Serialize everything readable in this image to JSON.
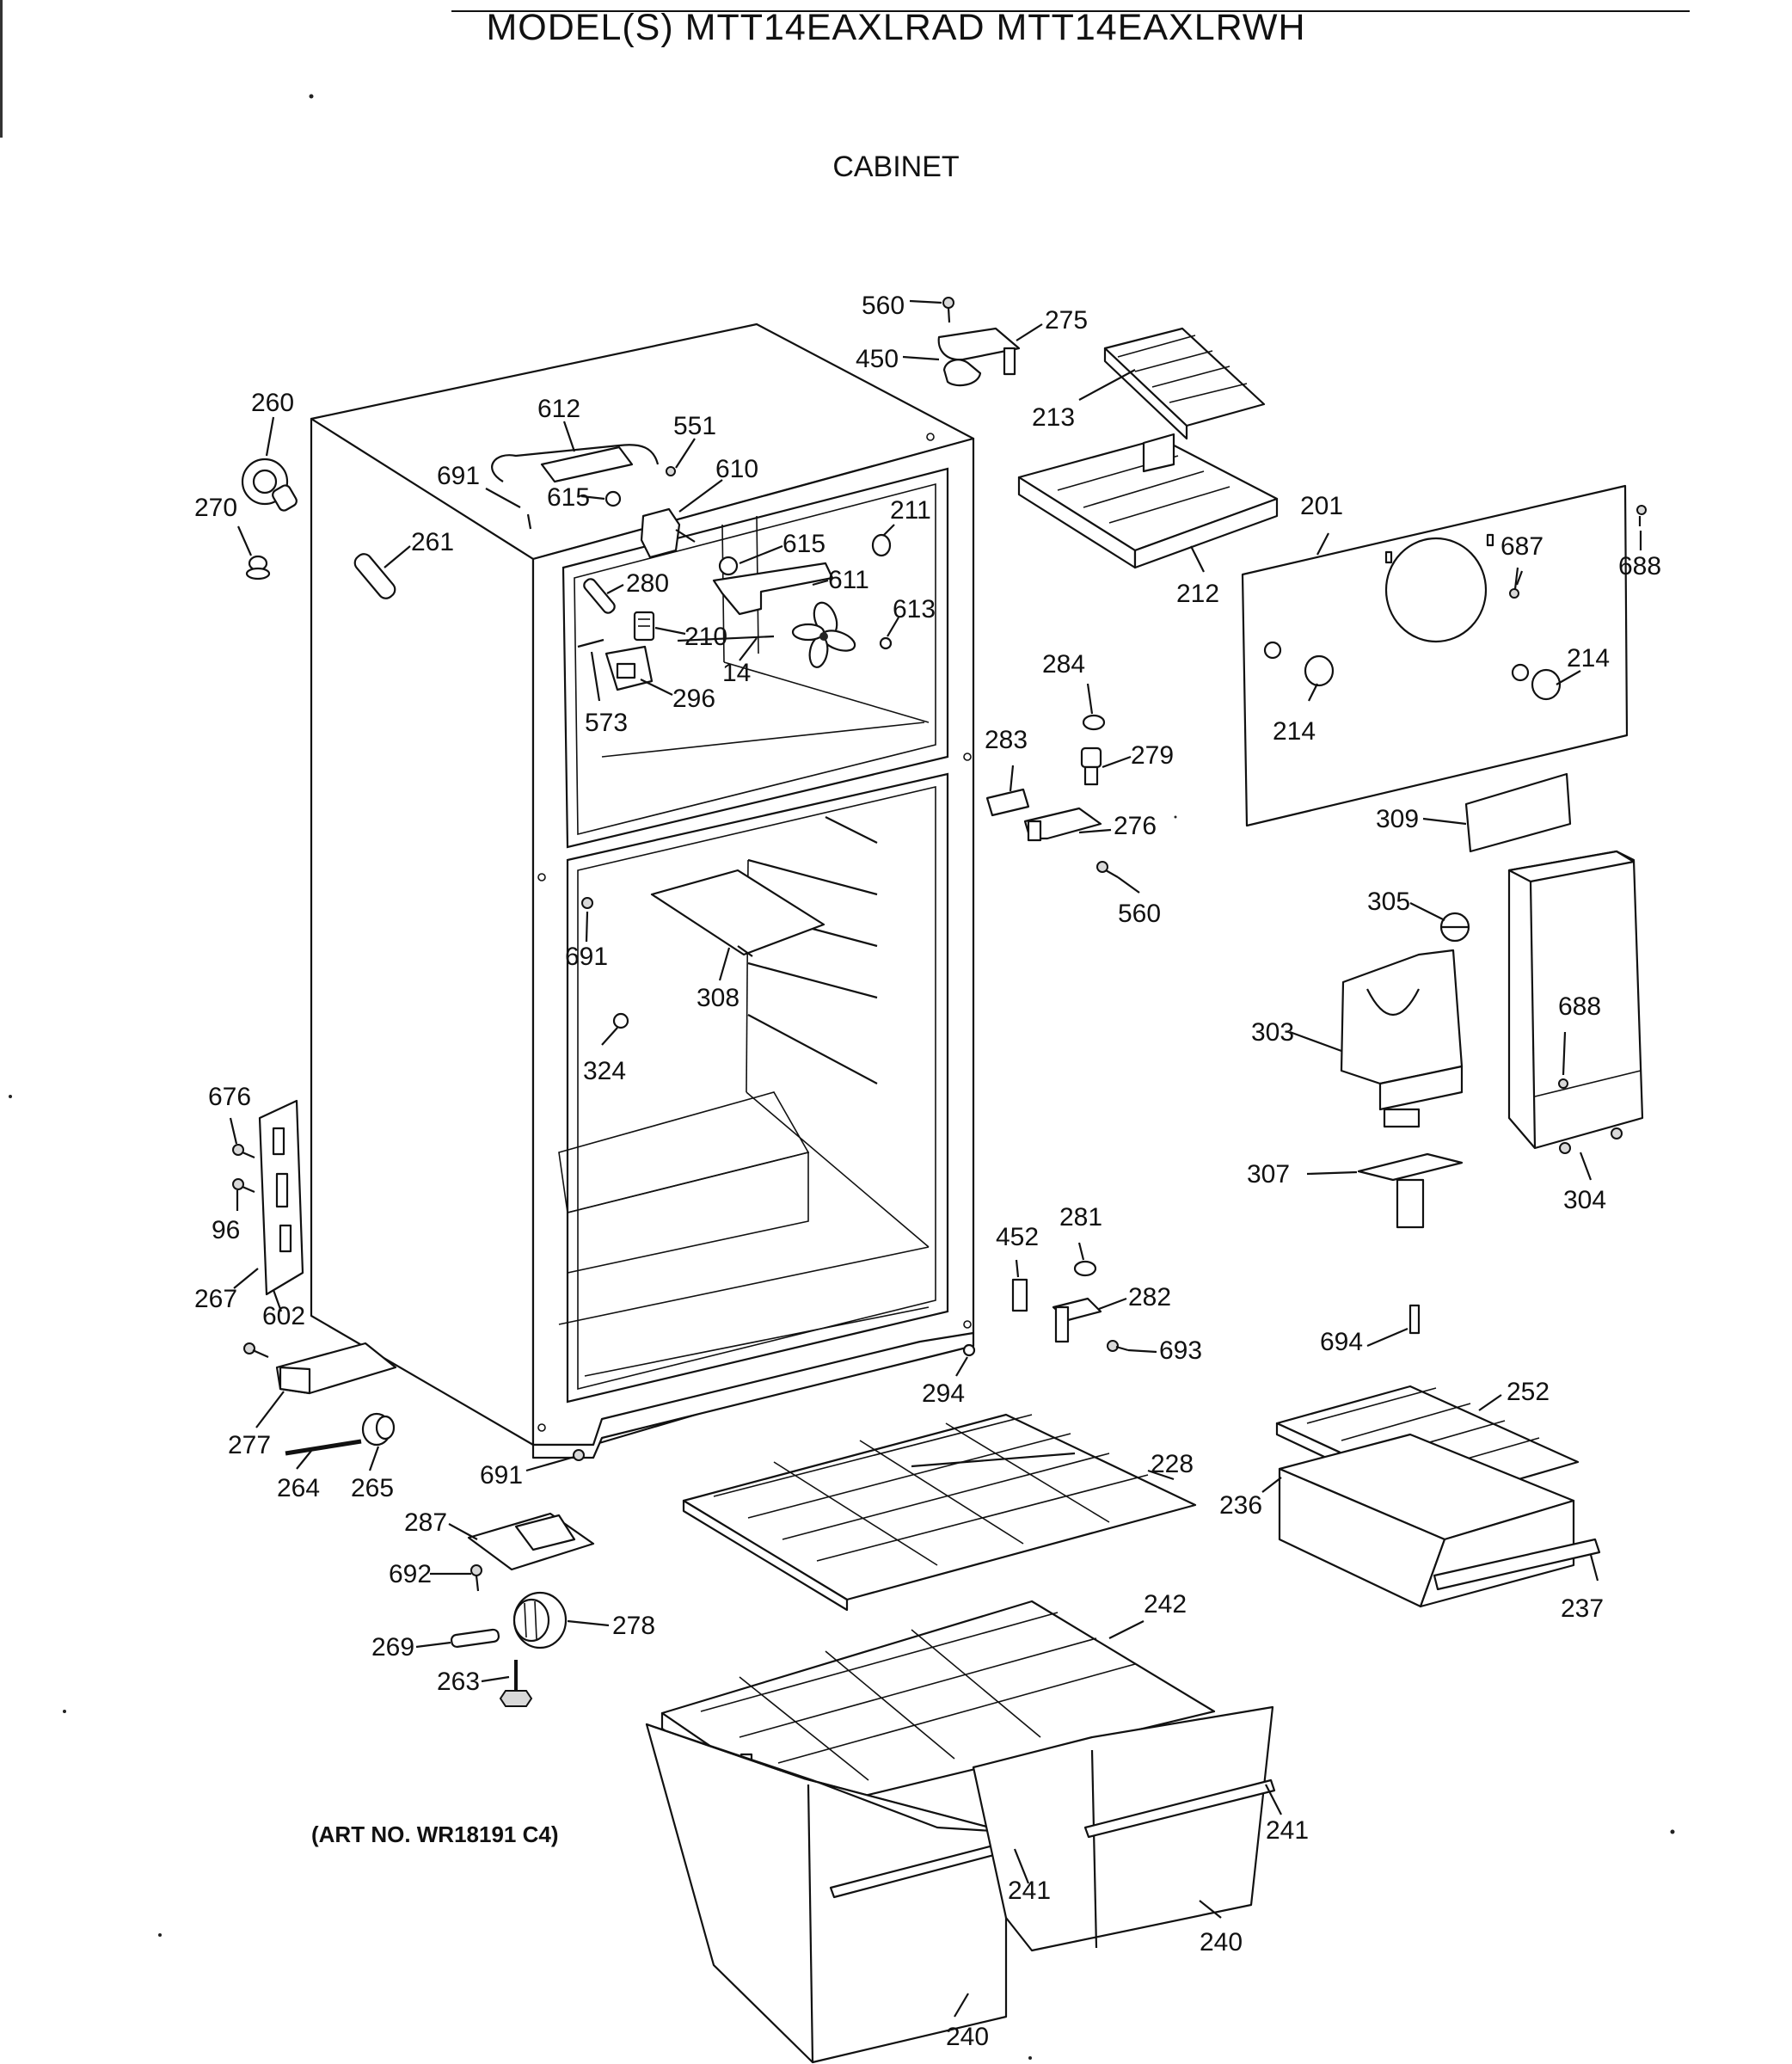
{
  "header": {
    "model_title": "MODEL(S) MTT14EAXLRAD  MTT14EAXLRWH",
    "section_title": "CABINET"
  },
  "footer": {
    "art_number": "(ART NO. WR18191 C4)"
  },
  "parts": [
    "560",
    "275",
    "450",
    "213",
    "260",
    "612",
    "551",
    "610",
    "691",
    "615",
    "270",
    "261",
    "211",
    "280",
    "615",
    "611",
    "210",
    "613",
    "14",
    "573",
    "296",
    "212",
    "201",
    "687",
    "688",
    "214",
    "214",
    "284",
    "283",
    "279",
    "276",
    "560",
    "309",
    "691",
    "308",
    "305",
    "688",
    "324",
    "303",
    "676",
    "96",
    "267",
    "602",
    "277",
    "264",
    "265",
    "691",
    "287",
    "692",
    "269",
    "263",
    "278",
    "228",
    "294",
    "452",
    "281",
    "282",
    "693",
    "694",
    "252",
    "236",
    "237",
    "242",
    "241",
    "241",
    "240",
    "240",
    "307",
    "304"
  ]
}
